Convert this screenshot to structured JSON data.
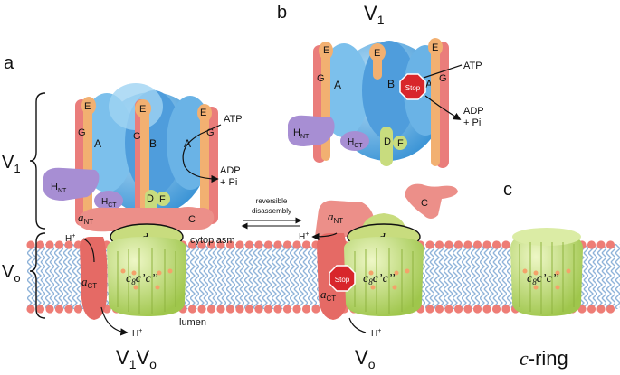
{
  "panels": {
    "a": {
      "letter": "a",
      "v1_label": "V",
      "v1_sub": "1",
      "vo_label": "V",
      "vo_sub": "o",
      "title_main": "V",
      "title_sub1": "1",
      "title_mid": "V",
      "title_sub2": "o",
      "stator_E": "E",
      "stator_G": "G",
      "subunit_A": "A",
      "subunit_B": "B",
      "atp": "ATP",
      "adp_line1": "ADP",
      "adp_line2": "+ Pi",
      "h_main": "H",
      "h_nt_sub": "NT",
      "h_ct_sub": "CT",
      "subunit_D": "D",
      "subunit_F": "F",
      "subunit_C": "C",
      "a_main": "a",
      "a_nt_sub": "NT",
      "a_ct_sub": "CT",
      "subunit_d": "d",
      "ring_c": "c",
      "ring_8": "8",
      "ring_rest": "c’c’’",
      "proton": "H",
      "proton_sup": "+",
      "cytoplasm": "cytoplasm",
      "lumen": "lumen"
    },
    "b": {
      "letter": "b",
      "title_main": "V",
      "title_sub": "1",
      "stop": "Stop",
      "atp": "ATP",
      "adp_line1": "ADP",
      "adp_line2": "+ Pi"
    },
    "vo": {
      "title_main": "V",
      "title_sub": "o",
      "stop": "Stop"
    },
    "c": {
      "letter": "c",
      "title_italic": "c",
      "title_rest": "-ring"
    },
    "middle": {
      "line1": "reversible",
      "line2": "disassembly"
    }
  },
  "colors": {
    "subunit_A": "#6fb7e8",
    "subunit_B": "#5aa3de",
    "stator_E": "#f2b071",
    "stator_G": "#ea7d7b",
    "h_subunit": "#a78ed3",
    "d_subunit": "#c8dc7e",
    "c_ring": "#cfe58d",
    "subunit_C": "#ec8f89",
    "a_subunit": "#e56a65",
    "stop_sign": "#d8262b",
    "lipid_head": "#ee7d76",
    "lipid_tail": "#8fb3d9"
  }
}
